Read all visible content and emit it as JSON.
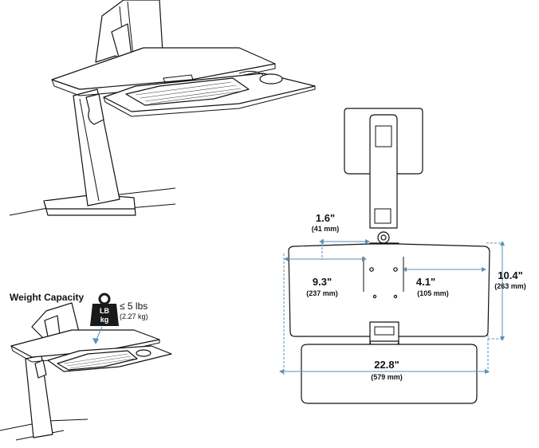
{
  "weight": {
    "title": "Weight Capacity",
    "icon_top": "LB",
    "icon_bottom": "kg",
    "max_lbs": "≤ 5 lbs",
    "max_kg": "(2.27 kg)"
  },
  "dimensions": {
    "d1": {
      "value": "1.6\"",
      "metric": "(41 mm)"
    },
    "d2": {
      "value": "9.3\"",
      "metric": "(237 mm)"
    },
    "d3": {
      "value": "4.1\"",
      "metric": "(105 mm)"
    },
    "d4": {
      "value": "10.4\"",
      "metric": "(263 mm)"
    },
    "d5": {
      "value": "22.8\"",
      "metric": "(579 mm)"
    }
  },
  "colors": {
    "dimension_line": "#5d8fb3",
    "outline": "#111111",
    "weight_icon": "#1a1a1a"
  }
}
